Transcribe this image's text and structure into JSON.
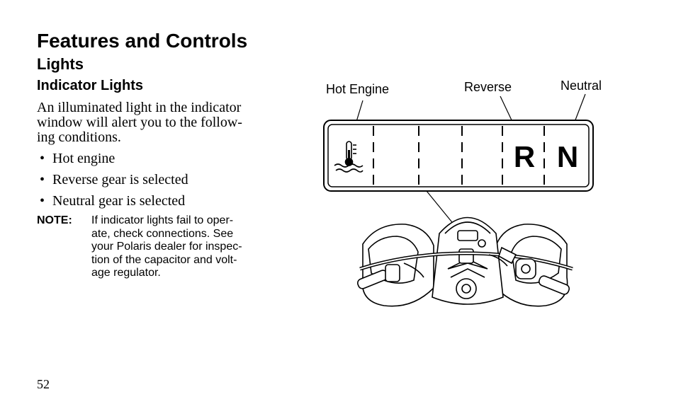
{
  "header": {
    "title": "Features and Controls",
    "subtitle": "Lights",
    "section": "Indicator Lights"
  },
  "body": {
    "intro_lines": [
      "An illuminated light in the indicator",
      "window will alert you to the follow-",
      "ing conditions."
    ],
    "bullets": [
      "Hot engine",
      "Reverse gear is selected",
      "Neutral gear is selected"
    ],
    "note_label": "NOTE:",
    "note_lines": [
      "If indicator lights fail to oper-",
      "ate, check connections. See",
      "your Polaris dealer for inspec-",
      "tion of the capacitor and volt-",
      "age regulator."
    ]
  },
  "diagram": {
    "labels": {
      "hot_engine": "Hot Engine",
      "reverse": "Reverse",
      "neutral": "Neutral"
    },
    "indicator_letters": {
      "reverse": "R",
      "neutral": "N"
    },
    "icons": [
      "thermometer-icon",
      "handlebar-illustration"
    ]
  },
  "footer": {
    "page_number": "52"
  }
}
